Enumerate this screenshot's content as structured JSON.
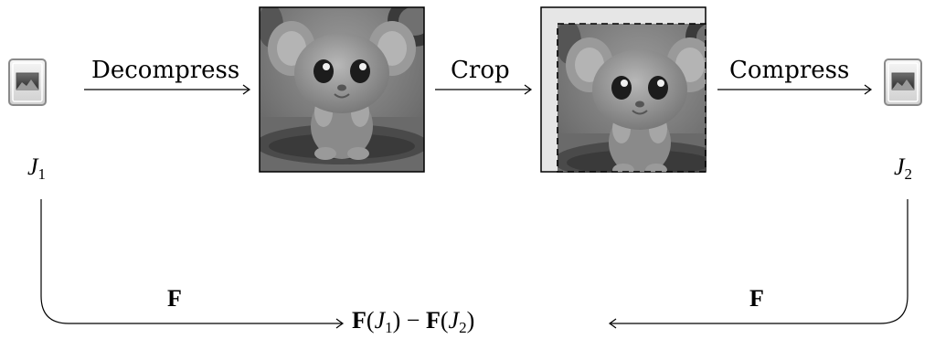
{
  "steps": {
    "decompress": "Decompress",
    "crop": "Crop",
    "compress": "Compress"
  },
  "files": {
    "j1": {
      "base": "J",
      "sub": "1"
    },
    "j2": {
      "base": "J",
      "sub": "2"
    }
  },
  "transform": {
    "left": "F",
    "right": "F"
  },
  "result": {
    "f1": "F",
    "j1": "J",
    "s1": "1",
    "minus": "−",
    "f2": "F",
    "j2": "J",
    "s2": "2"
  },
  "icons": {
    "file_left": "jpeg-file-icon",
    "file_right": "jpeg-file-icon",
    "decoded_image": "toy-mouse-grayscale-image",
    "cropped_image": "cropped-toy-mouse-image"
  },
  "colors": {
    "stroke": "#000000",
    "icon_bg": "#e8e8e8"
  }
}
